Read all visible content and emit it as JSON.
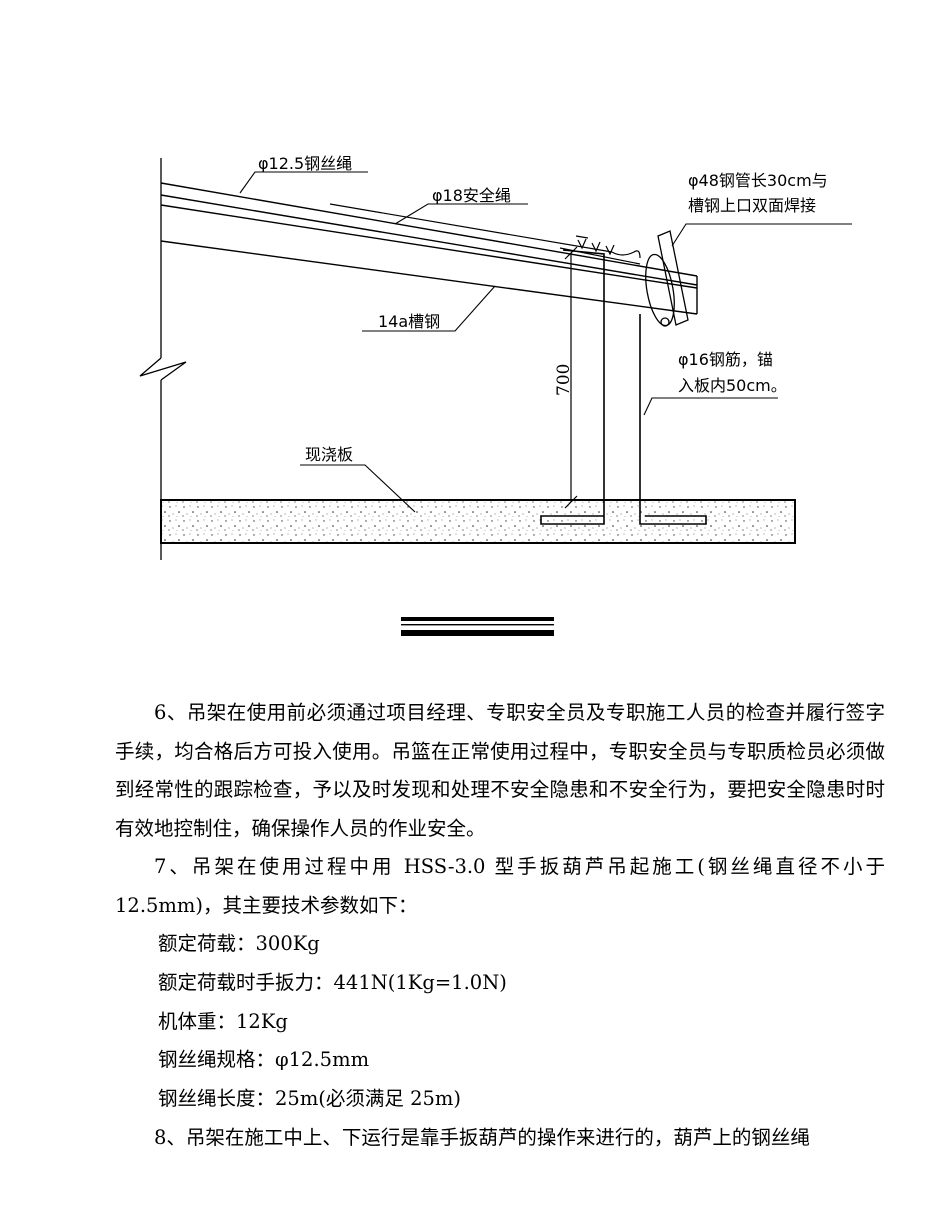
{
  "drawing": {
    "labels": {
      "wire_rope": "φ12.5钢丝绳",
      "safety_rope": "φ18安全绳",
      "steel_pipe_line1": "φ48钢管长30cm与",
      "steel_pipe_line2": "槽钢上口双面焊接",
      "channel_steel": "14a槽钢",
      "rebar_line1": "φ16钢筋，锚",
      "rebar_line2": "入板内50cm。",
      "dimension": "700",
      "slab": "现浇板"
    }
  },
  "text": {
    "p6": "6、吊架在使用前必须通过项目经理、专职安全员及专职施工人员的检查并履行签字手续，均合格后方可投入使用。吊篮在正常使用过程中，专职安全员与专职质检员必须做到经常性的跟踪检查，予以及时发现和处理不安全隐患和不安全行为，要把安全隐患时时有效地控制住，确保操作人员的作业安全。",
    "p7": "7、吊架在使用过程中用 HSS-3.0 型手扳葫芦吊起施工(钢丝绳直径不小于 12.5mm)，其主要技术参数如下：",
    "specs": [
      "额定荷载：300Kg",
      "额定荷载时手扳力：441N(1Kg=1.0N)",
      "机体重：12Kg",
      "钢丝绳规格：φ12.5mm",
      "钢丝绳长度：25m(必须满足 25m)"
    ],
    "p8": "8、吊架在施工中上、下运行是靠手扳葫芦的操作来进行的，葫芦上的钢丝绳"
  }
}
